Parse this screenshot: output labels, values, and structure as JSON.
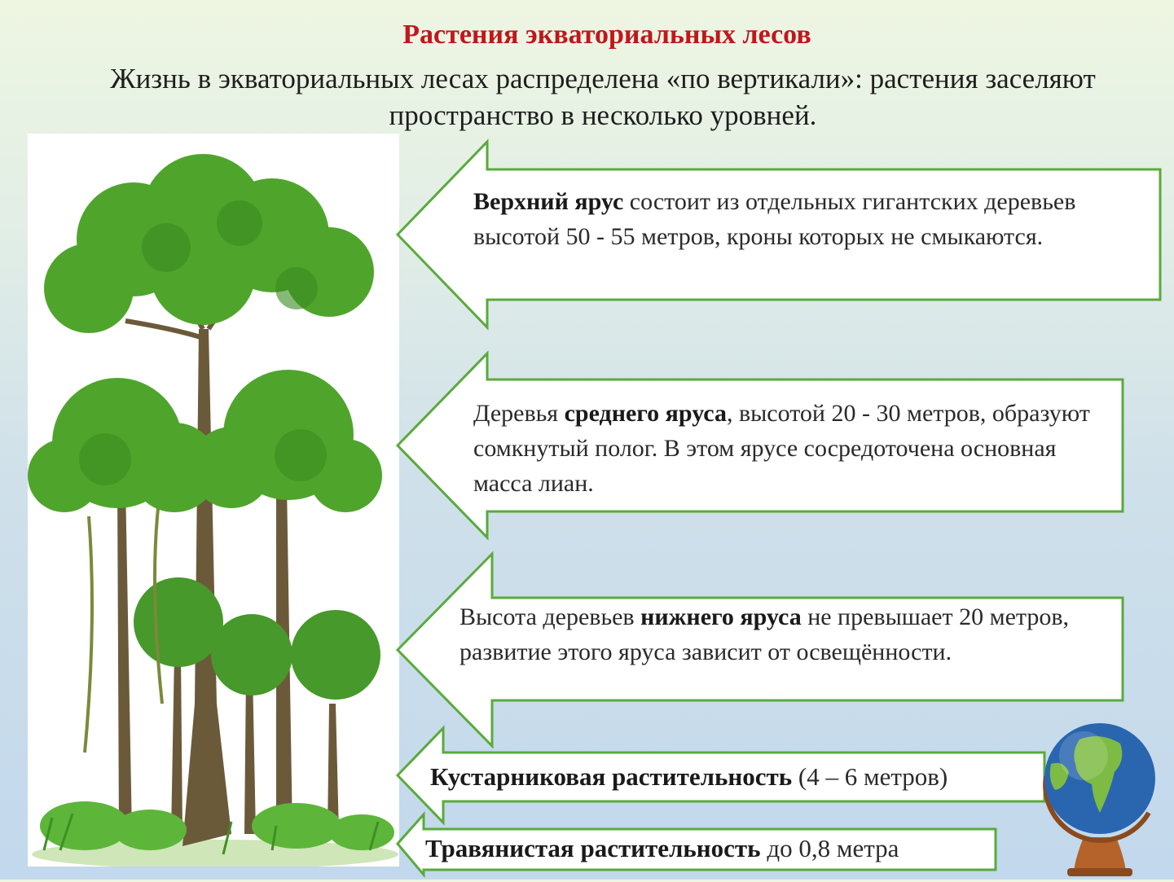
{
  "title": "Растения экваториальных лесов",
  "subtitle": "Жизнь в экваториальных лесах распределена «по вертикали»: растения заселяют пространство в несколько уровней.",
  "levels": [
    {
      "bold": "Верхний ярус",
      "text": " состоит из отдельных гигантских деревьев высотой 50 - 55 метров, кроны которых не смыкаются."
    },
    {
      "pre": "Деревья ",
      "bold": "среднего яруса",
      "text": ", высотой 20 - 30 метров, образуют сомкнутый полог. В этом ярусе сосредоточена основная масса лиан."
    },
    {
      "pre": "Высота деревьев ",
      "bold": "нижнего яруса",
      "text": " не превышает 20 метров, развитие этого яруса зависит от освещённости."
    },
    {
      "bold": "Кустарниковая растительность",
      "text": " (4 – 6 метров)"
    },
    {
      "bold": "Травянистая растительность",
      "text": " до 0,8 метра"
    }
  ],
  "colors": {
    "title": "#c0171d",
    "arrow_border": "#5aaa3c",
    "arrow_fill": "#ffffff",
    "foliage": "#4fa52c",
    "trunk": "#6b5a3a"
  },
  "icons": [
    "tree-illustration",
    "globe-icon"
  ]
}
